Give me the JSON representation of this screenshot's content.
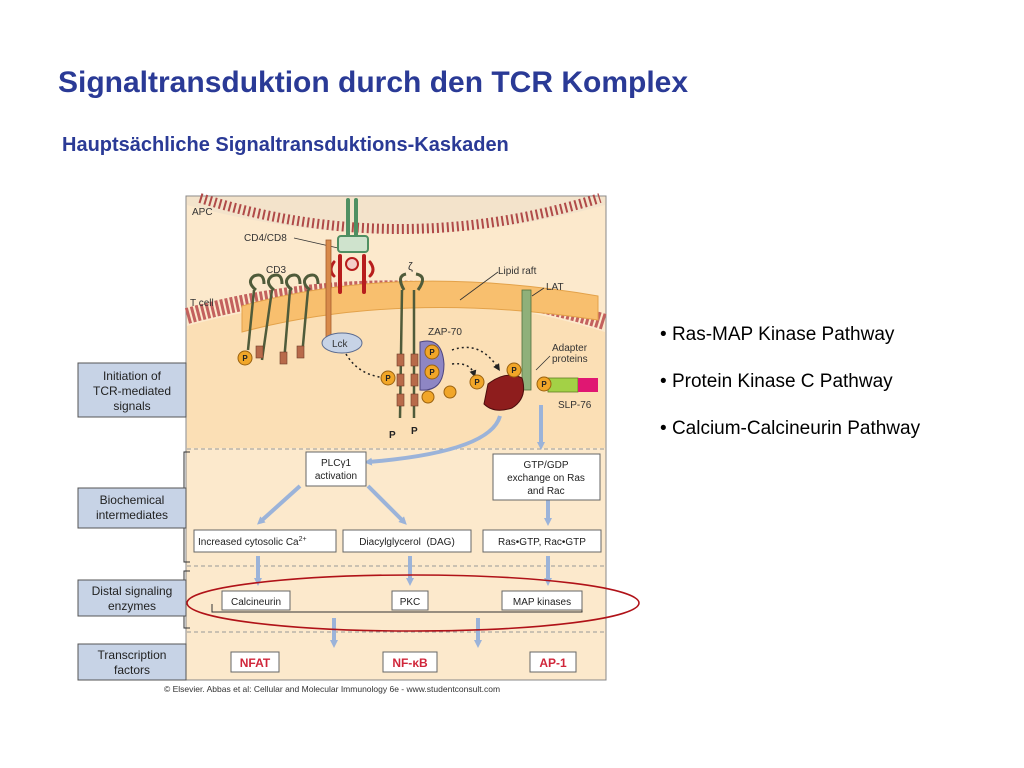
{
  "slide": {
    "title": "Signaltransduktion durch den TCR Komplex",
    "subtitle": "Hauptsächliche Signaltransduktions-Kaskaden",
    "bullets": [
      "Ras-MAP Kinase Pathway",
      "Protein Kinase C Pathway",
      "Calcium-Calcineurin Pathway"
    ]
  },
  "figure": {
    "labels": {
      "apc": "APC",
      "t_cell": "T cell",
      "cd4_cd8": "CD4/CD8",
      "cd3": "CD3",
      "zeta": "ζ",
      "lipid_raft": "Lipid raft",
      "lat": "LAT",
      "zap70": "ZAP-70",
      "lck": "Lck",
      "adapter_1": "Adapter",
      "adapter_2": "proteins",
      "slp76": "SLP-76",
      "p": "P"
    },
    "stages": [
      {
        "line1": "Initiation of",
        "line2": "TCR-mediated",
        "line3": "signals"
      },
      {
        "line1": "Biochemical",
        "line2": "intermediates"
      },
      {
        "line1": "Distal signaling",
        "line2": "enzymes"
      },
      {
        "line1": "Transcription",
        "line2": "factors"
      }
    ],
    "plc": {
      "line1_pre": "PLC",
      "line1_gamma": "γ",
      "line1_post": "1",
      "line2": "activation"
    },
    "gtp": {
      "line1": "GTP/GDP",
      "line2": "exchange on Ras",
      "line3": "and Rac"
    },
    "intermediates": {
      "ca_pre": "Increased cytosolic Ca",
      "ca_sup": "2+",
      "dag": "Diacylglycerol  (DAG)",
      "ras": "Ras•GTP, Rac•GTP"
    },
    "enzymes": [
      "Calcineurin",
      "PKC",
      "MAP kinases"
    ],
    "factors": {
      "nfat": "NFAT",
      "nfkb_pre": "NF-",
      "nfkb_kappa": "κ",
      "nfkb_post": "B",
      "ap1": "AP-1"
    },
    "credit": "© Elsevier. Abbas et al: Cellular and Molecular Immunology 6e - www.studentconsult.com"
  },
  "colors": {
    "title": "#2a3a96",
    "panel_bg": "#fce9cc",
    "membrane": "#c3615e",
    "raft": "#f8bf6e",
    "stage_box": "#c7d3e6",
    "arrow": "#9bb3d9",
    "factor_text": "#d0263a",
    "ellipse": "#b01218",
    "zap70": "#8e86c4",
    "plc": "#8e1d1d",
    "lat": "#8fb07a",
    "slp76": "#a3d146",
    "slp76_end": "#e01772",
    "phospho": "#f1a628",
    "cd4": "#4f8f62",
    "mhc": "#b71d1d"
  }
}
